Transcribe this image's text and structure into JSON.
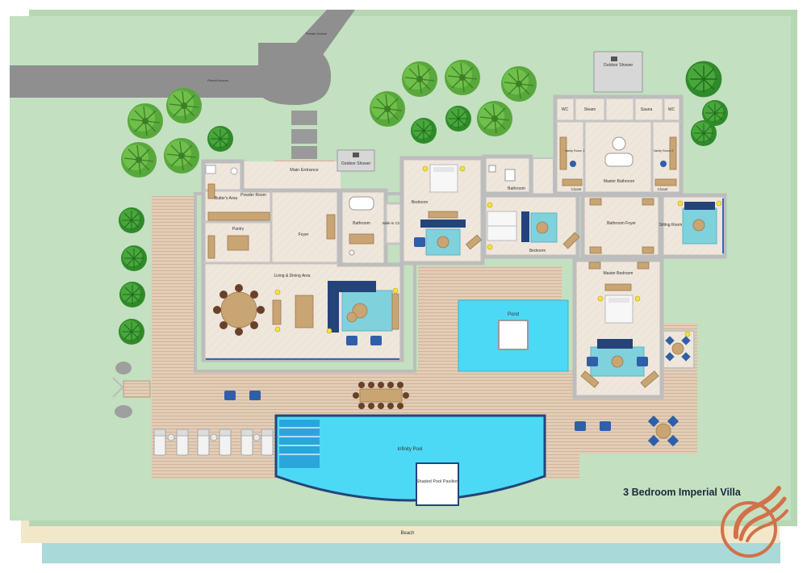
{
  "title": "3 Bedroom Imperial Villa",
  "labels": {
    "private_access": "Private Access",
    "resort_access": "Resort Access",
    "main_entrance": "Main Entrance",
    "outdoor_shower_1": "Outdoor Shower",
    "outdoor_shower_2": "Outdoor Shower",
    "butlers_area": "Butler's Area",
    "powder_room": "Powder Room",
    "pantry": "Pantry",
    "foyer": "Foyer",
    "bathroom_1": "Bathroom",
    "walk_in_closet": "Walk-in Closet",
    "bedroom_1": "Bedroom",
    "bathroom_2": "Bathroom",
    "bedroom_2": "Bedroom",
    "wc_1": "WC",
    "steam": "Steam",
    "sauna": "Sauna",
    "wc_2": "WC",
    "vanity_room_1": "Vanity Room 1",
    "vanity_room_2": "Vanity Room 2",
    "master_bathroom": "Master Bathroom",
    "closet_1": "Closet",
    "closet_2": "Closet",
    "bathroom_foyer": "Bathroom Foyer",
    "sitting_room": "Sitting Room",
    "master_bedroom": "Master Bedroom",
    "living_dining": "Living & Dining Area",
    "pond": "Pond",
    "infinity_pool": "Infinity Pool",
    "shaded_pavilion": "Shaded Pool Pavilion",
    "beach": "Beach"
  },
  "colors": {
    "lawn": "#c3e0c0",
    "road": "#8f8f8f",
    "pool": "#4cd9f5",
    "sand": "#f3e7c9",
    "sea": "#a9d9d8",
    "logo": "#d3704a"
  },
  "icons": [
    "tree-icon",
    "shrub-icon",
    "bed-icon",
    "sofa-icon",
    "dining-table-icon",
    "bathtub-icon",
    "sun-lounger-icon",
    "compass-logo-icon"
  ]
}
